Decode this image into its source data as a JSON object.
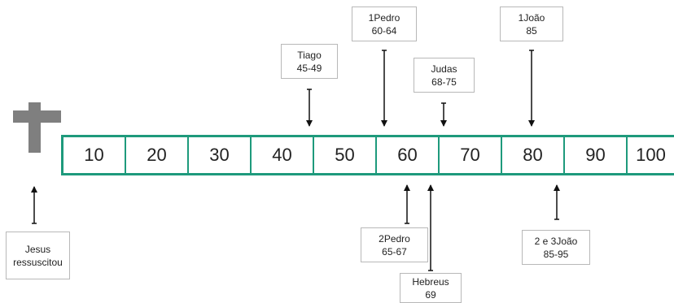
{
  "timeline": {
    "decades": [
      "10",
      "20",
      "30",
      "40",
      "50",
      "60",
      "70",
      "80",
      "90",
      "100"
    ]
  },
  "icon": "cross-icon",
  "colors": {
    "timeline": "#1e9a7c",
    "cross": "#7f7f7f",
    "box_border": "#b8b8b8"
  },
  "events": {
    "jesus": {
      "line1": "Jesus",
      "line2": "ressuscitou"
    },
    "tiago": {
      "line1": "Tiago",
      "line2": "45-49"
    },
    "pedro1": {
      "line1": "1Pedro",
      "line2": "60-64"
    },
    "judas": {
      "line1": "Judas",
      "line2": "68-75"
    },
    "joao1": {
      "line1": "1João",
      "line2": "85"
    },
    "pedro2": {
      "line1": "2Pedro",
      "line2": "65-67"
    },
    "hebreus": {
      "line1": "Hebreus",
      "line2": "69"
    },
    "joao23": {
      "line1": "2 e 3João",
      "line2": "85-95"
    }
  }
}
